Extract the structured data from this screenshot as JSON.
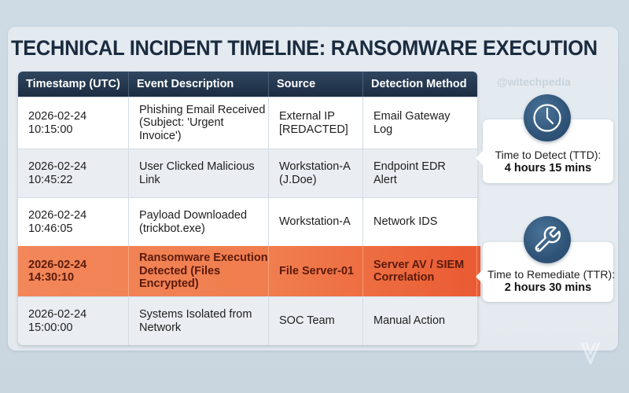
{
  "title": "TECHNICAL INCIDENT TIMELINE: RANSOMWARE EXECUTION",
  "watermark": "@witechpedia",
  "table": {
    "columns": [
      "Timestamp (UTC)",
      "Event Description",
      "Source",
      "Detection Method"
    ],
    "rows": [
      {
        "timestamp": "2026-02-24\n10:15:00",
        "event": "Phishing Email Received\n(Subject: 'Urgent\nInvoice')",
        "source": "External IP\n[REDACTED]",
        "detection": "Email Gateway\nLog",
        "highlight": false
      },
      {
        "timestamp": "2026-02-24\n10:45:22",
        "event": "User Clicked Malicious\nLink",
        "source": "Workstation-A\n(J.Doe)",
        "detection": "Endpoint EDR\nAlert",
        "highlight": false
      },
      {
        "timestamp": "2026-02-24\n10:46:05",
        "event": "Payload Downloaded\n(trickbot.exe)",
        "source": "Workstation-A",
        "detection": "Network IDS",
        "highlight": false
      },
      {
        "timestamp": "2026-02-24\n14:30:10",
        "event": "Ransomware Execution\nDetected (Files\nEncrypted)",
        "source": "File Server-01",
        "detection": "Server AV / SIEM\nCorrelation",
        "highlight": true
      },
      {
        "timestamp": "2026-02-24\n15:00:00",
        "event": "Systems Isolated from\nNetwork",
        "source": "SOC Team",
        "detection": "Manual Action",
        "highlight": false
      }
    ]
  },
  "metrics": {
    "ttd": {
      "icon": "clock-icon",
      "label": "Time to Detect (TTD):",
      "value": "4 hours 15 mins"
    },
    "ttr": {
      "icon": "wrench-icon",
      "label": "Time to Remediate (TTR):",
      "value": "2 hours 30 mins"
    }
  },
  "colors": {
    "header_bg": "#1c2d42",
    "title": "#1b2b3f",
    "alert_row": "#f07d4e",
    "alert_text": "#5a1a0c",
    "icon_circle": "#2f5478"
  }
}
